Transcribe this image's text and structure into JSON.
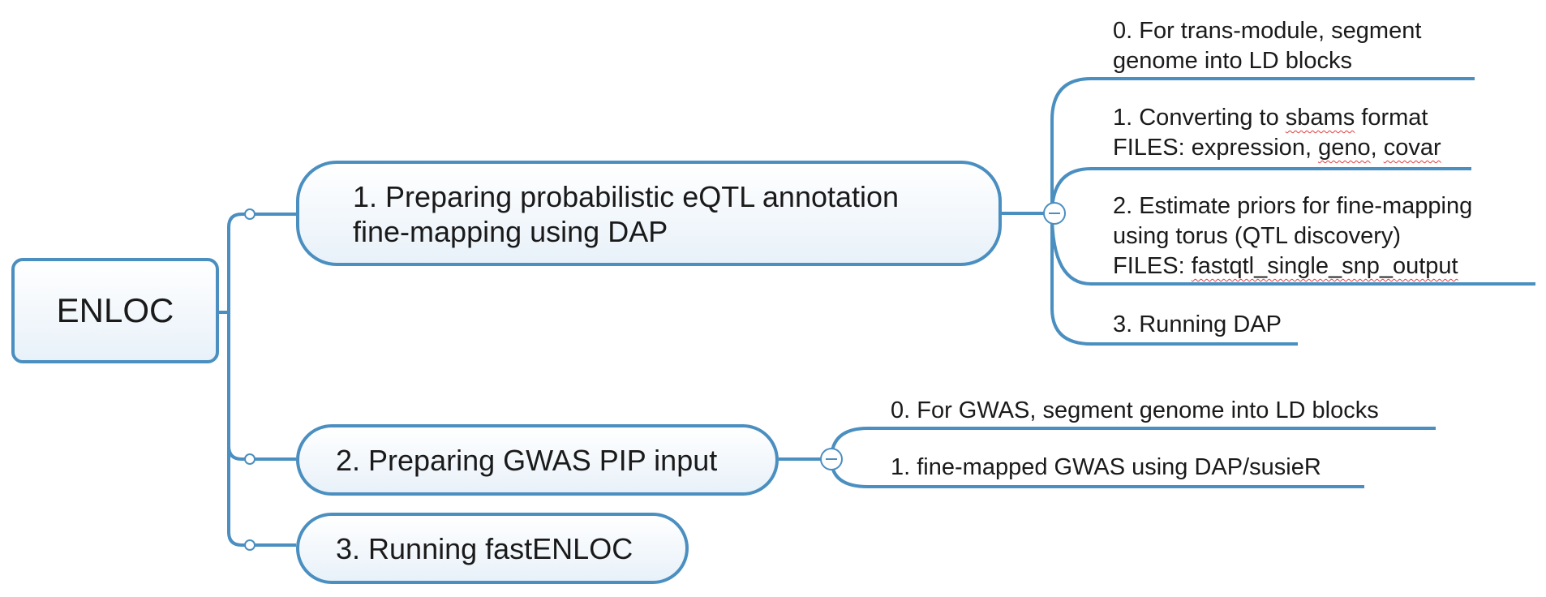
{
  "map": {
    "root": "ENLOC",
    "branches": [
      {
        "lines": [
          "1. Preparing probabilistic eQTL annotation",
          "fine-mapping using DAP"
        ],
        "children": [
          {
            "lines": [
              "0. For trans-module, segment",
              "genome into LD blocks"
            ]
          },
          {
            "line1_a": "1. Converting to ",
            "line1_b": "sbams",
            "line1_c": " format",
            "line2_a": "FILES: expression, ",
            "line2_b": "geno",
            "line2_c": ", ",
            "line2_d": "covar"
          },
          {
            "line1": "2. Estimate priors for fine-mapping",
            "line2": "using torus (QTL discovery)",
            "line3_a": "FILES: ",
            "line3_b": "fastqtl_single_snp_output"
          },
          {
            "lines": [
              "3. Running DAP"
            ]
          }
        ]
      },
      {
        "lines": [
          "2. Preparing GWAS PIP input"
        ],
        "children": [
          {
            "lines": [
              "0. For GWAS, segment genome into LD blocks"
            ]
          },
          {
            "lines": [
              "1. fine-mapped GWAS using DAP/susieR"
            ]
          }
        ]
      },
      {
        "lines": [
          "3. Running fastENLOC"
        ],
        "children": []
      }
    ]
  },
  "colors": {
    "line": "#4a8fc0",
    "node_border": "#4a8fc0",
    "node_fill": "#eaf2fa",
    "spell_underline": "#e03c3c"
  },
  "icons": {
    "collapse": "minus-circle-icon",
    "connector": "small-circle-icon"
  }
}
